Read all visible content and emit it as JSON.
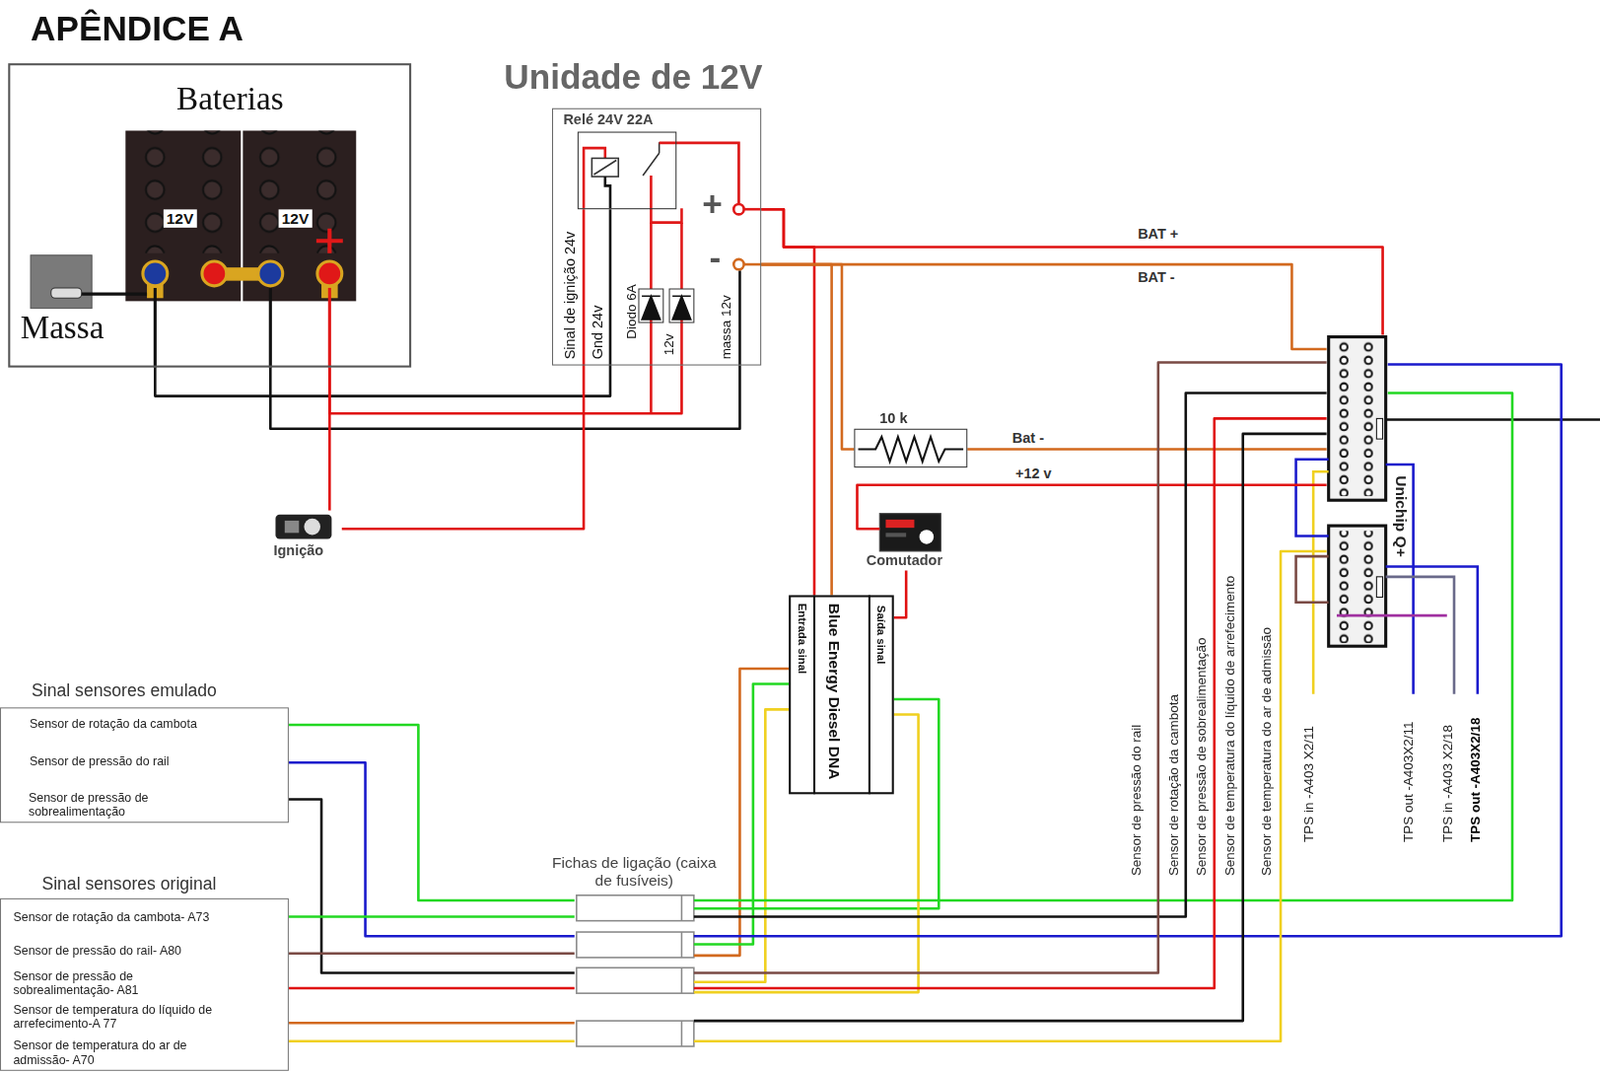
{
  "diagram": {
    "title": "APÊNDICE A",
    "nodes": [
      {
        "text": [
          "Baterias",
          "Massa"
        ]
      },
      {
        "text": [
          "Unidade de 12V"
        ]
      },
      {
        "text": [
          "Relé 24V 22A"
        ],
        "in": 1
      },
      {
        "text": [
          "Ignição"
        ]
      },
      {
        "text": [
          "10 k"
        ]
      },
      {
        "text": [
          "Comutador"
        ]
      },
      {
        "text": [
          "Entrada sinal",
          "Blue Energy Diesel DNA",
          "Saída sinal"
        ]
      },
      {
        "text": [
          "Unichip Q+"
        ]
      },
      {
        "text": [
          "Sinal sensores emulado",
          "Sensor de rotação da cambota",
          "Sensor de pressão do rail",
          "Sensor de pressão de sobrealimentação"
        ]
      },
      {
        "text": [
          "Sinal sensores original",
          "Sensor de rotação da cambota- A73",
          "Sensor de pressão do rail- A80",
          "Sensor de pressão de sobrealimentação- A81",
          "Sensor de temperatura do líquido de arrefecimento-A 77",
          "Sensor de temperatura do ar de admissão- A70"
        ]
      },
      {
        "text": [
          "Fichas de ligação (caixa de fusíveis)"
        ]
      }
    ],
    "edges": [
      {
        "from": 0,
        "to": 2,
        "arrow": "none"
      },
      {
        "from": 0,
        "to": 1,
        "arrow": "none"
      },
      {
        "from": 0,
        "to": 1,
        "arrow": "none"
      },
      {
        "from": 0,
        "to": 3,
        "arrow": "none"
      },
      {
        "from": 3,
        "to": 2,
        "arrow": "none"
      },
      {
        "from": 1,
        "to": 7,
        "label": "BAT +",
        "arrow": "none"
      },
      {
        "from": 1,
        "to": 7,
        "label": "BAT -",
        "arrow": "none"
      },
      {
        "from": 1,
        "to": 6,
        "arrow": "none"
      },
      {
        "from": 1,
        "to": 6,
        "arrow": "none"
      },
      {
        "from": 1,
        "to": 4,
        "arrow": "none"
      },
      {
        "from": 4,
        "to": 7,
        "label": "Bat -",
        "arrow": "none"
      },
      {
        "from": 7,
        "to": 5,
        "label": "+12 v",
        "arrow": "none"
      },
      {
        "from": 5,
        "to": 6,
        "arrow": "none"
      },
      {
        "from": 8,
        "to": 10,
        "arrow": "none"
      },
      {
        "from": 8,
        "to": 10,
        "arrow": "none"
      },
      {
        "from": 8,
        "to": 10,
        "arrow": "none"
      },
      {
        "from": 9,
        "to": 10,
        "arrow": "none"
      },
      {
        "from": 9,
        "to": 10,
        "arrow": "none"
      },
      {
        "from": 9,
        "to": 10,
        "arrow": "none"
      },
      {
        "from": 9,
        "to": 10,
        "arrow": "none"
      },
      {
        "from": 9,
        "to": 10,
        "arrow": "none"
      },
      {
        "from": 10,
        "to": 6,
        "arrow": "none"
      },
      {
        "from": 10,
        "to": 6,
        "arrow": "none"
      },
      {
        "from": 10,
        "to": 6,
        "arrow": "none"
      },
      {
        "from": 6,
        "to": 10,
        "arrow": "none"
      },
      {
        "from": 6,
        "to": 10,
        "arrow": "none"
      },
      {
        "from": 10,
        "to": 7,
        "arrow": "none"
      },
      {
        "from": 10,
        "to": 7,
        "arrow": "none"
      },
      {
        "from": 10,
        "to": 7,
        "arrow": "none"
      },
      {
        "from": 10,
        "to": 7,
        "arrow": "none"
      },
      {
        "from": 10,
        "to": 7,
        "arrow": "none"
      },
      {
        "from": 10,
        "to": 7,
        "arrow": "none"
      },
      {
        "from": 10,
        "to": 7,
        "arrow": "none"
      }
    ],
    "labels": [
      "12V",
      "12V",
      "Sinal de ignição 24v",
      "Gnd 24v",
      "Diodo 6A",
      "12v",
      "massa 12v",
      "+",
      "-",
      "Sensor de pressão do rail",
      "Sensor de rotação da cambota",
      "Sensor de pressão de sobrealimentação",
      "Sensor de temperatura do líquido de arrefecimento",
      "Sensor de temperatura do ar de admissão",
      "TPS in -A403 X2/11",
      "TPS out -A403X2/11",
      "TPS in -A403 X2/18",
      "TPS out -A403X2/18"
    ]
  }
}
